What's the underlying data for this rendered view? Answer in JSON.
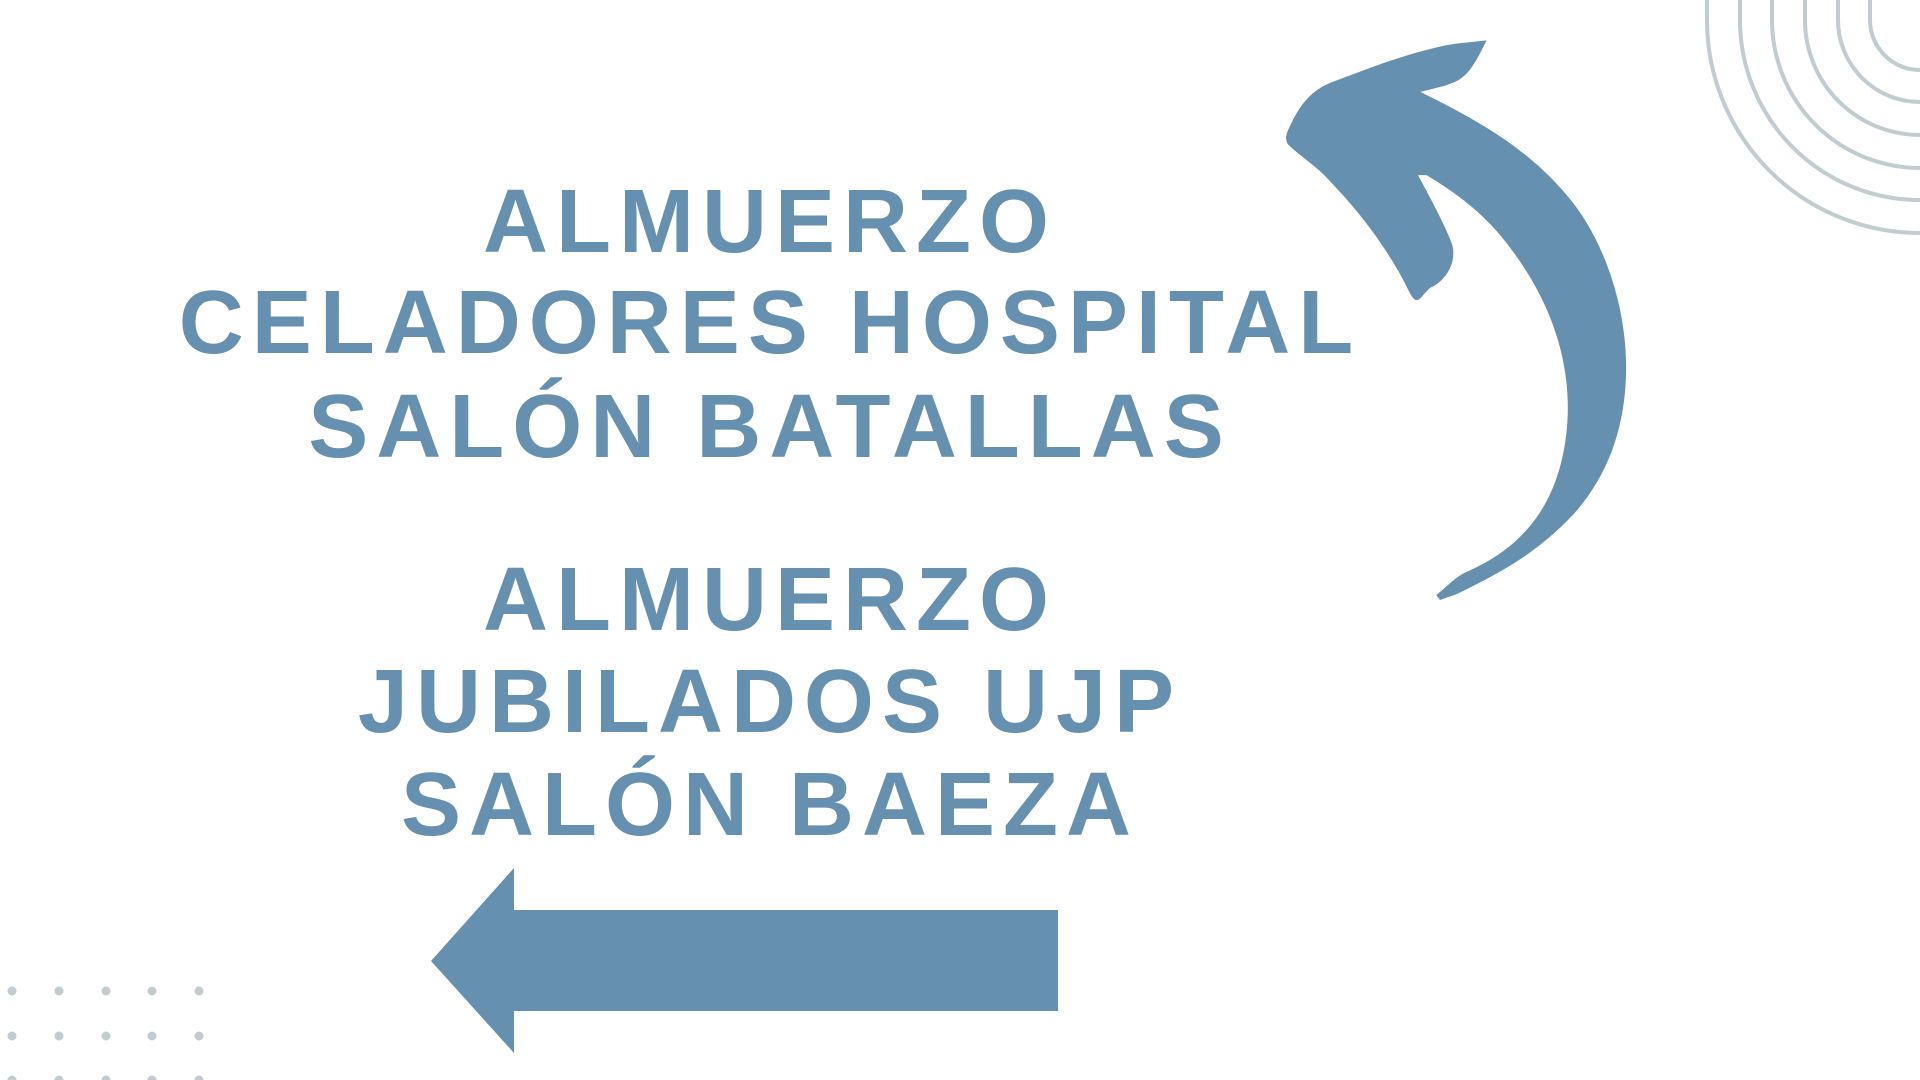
{
  "colors": {
    "accent": "#6690b0",
    "decor": "#c0cccf"
  },
  "event1": {
    "line1": "ALMUERZO",
    "line2": "CELADORES HOSPITAL",
    "line3": "SALÓN BATALLAS"
  },
  "event2": {
    "line1": "ALMUERZO",
    "line2": "JUBILADOS UJP",
    "line3": "SALÓN BAEZA"
  },
  "icons": [
    "curved-arrow-icon",
    "left-arrow-icon",
    "concentric-arcs-decoration",
    "dot-grid-decoration"
  ]
}
